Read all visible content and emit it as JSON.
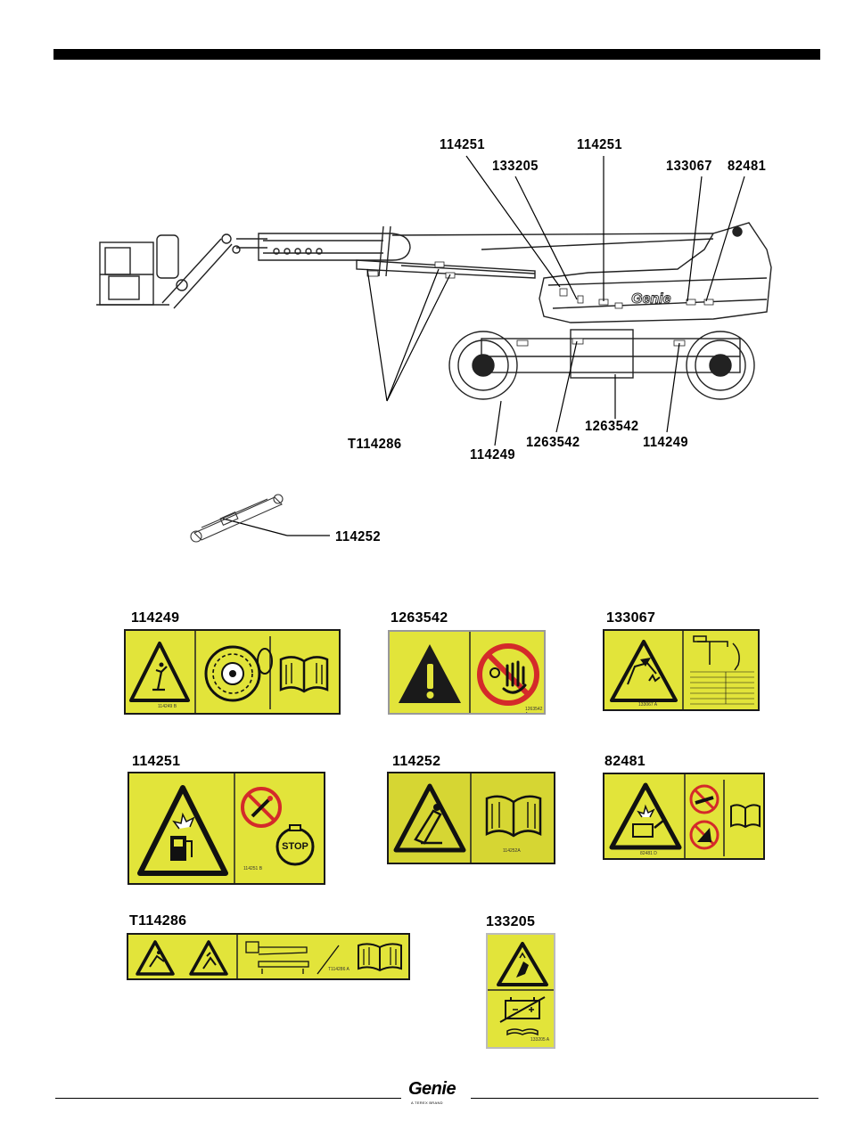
{
  "callouts": {
    "c114251a": "114251",
    "c133205": "133205",
    "c114251b": "114251",
    "c133067": "133067",
    "c82481": "82481",
    "cT114286": "T114286",
    "c114249a": "114249",
    "c1263542a": "1263542",
    "c1263542b": "1263542",
    "c114249b": "114249",
    "c114252": "114252"
  },
  "decals": {
    "d114249": {
      "title": "114249",
      "code": "114249 B"
    },
    "d1263542": {
      "title": "1263542",
      "code": "1263542 A"
    },
    "d133067": {
      "title": "133067",
      "code": "133067 A"
    },
    "d114251": {
      "title": "114251",
      "code": "114251 B",
      "stop": "STOP"
    },
    "d114252": {
      "title": "114252",
      "code": "114252A"
    },
    "d82481": {
      "title": "82481",
      "code": "82481 D"
    },
    "dT114286": {
      "title": "T114286",
      "code": "T114286 A"
    },
    "d133205": {
      "title": "133205",
      "code": "133205 A"
    }
  },
  "footer": {
    "brand": "Genie",
    "sub": "A TEREX BRAND"
  },
  "colors": {
    "decal_yellow": "#e2e43a",
    "prohibit_red": "#d42a2a"
  }
}
